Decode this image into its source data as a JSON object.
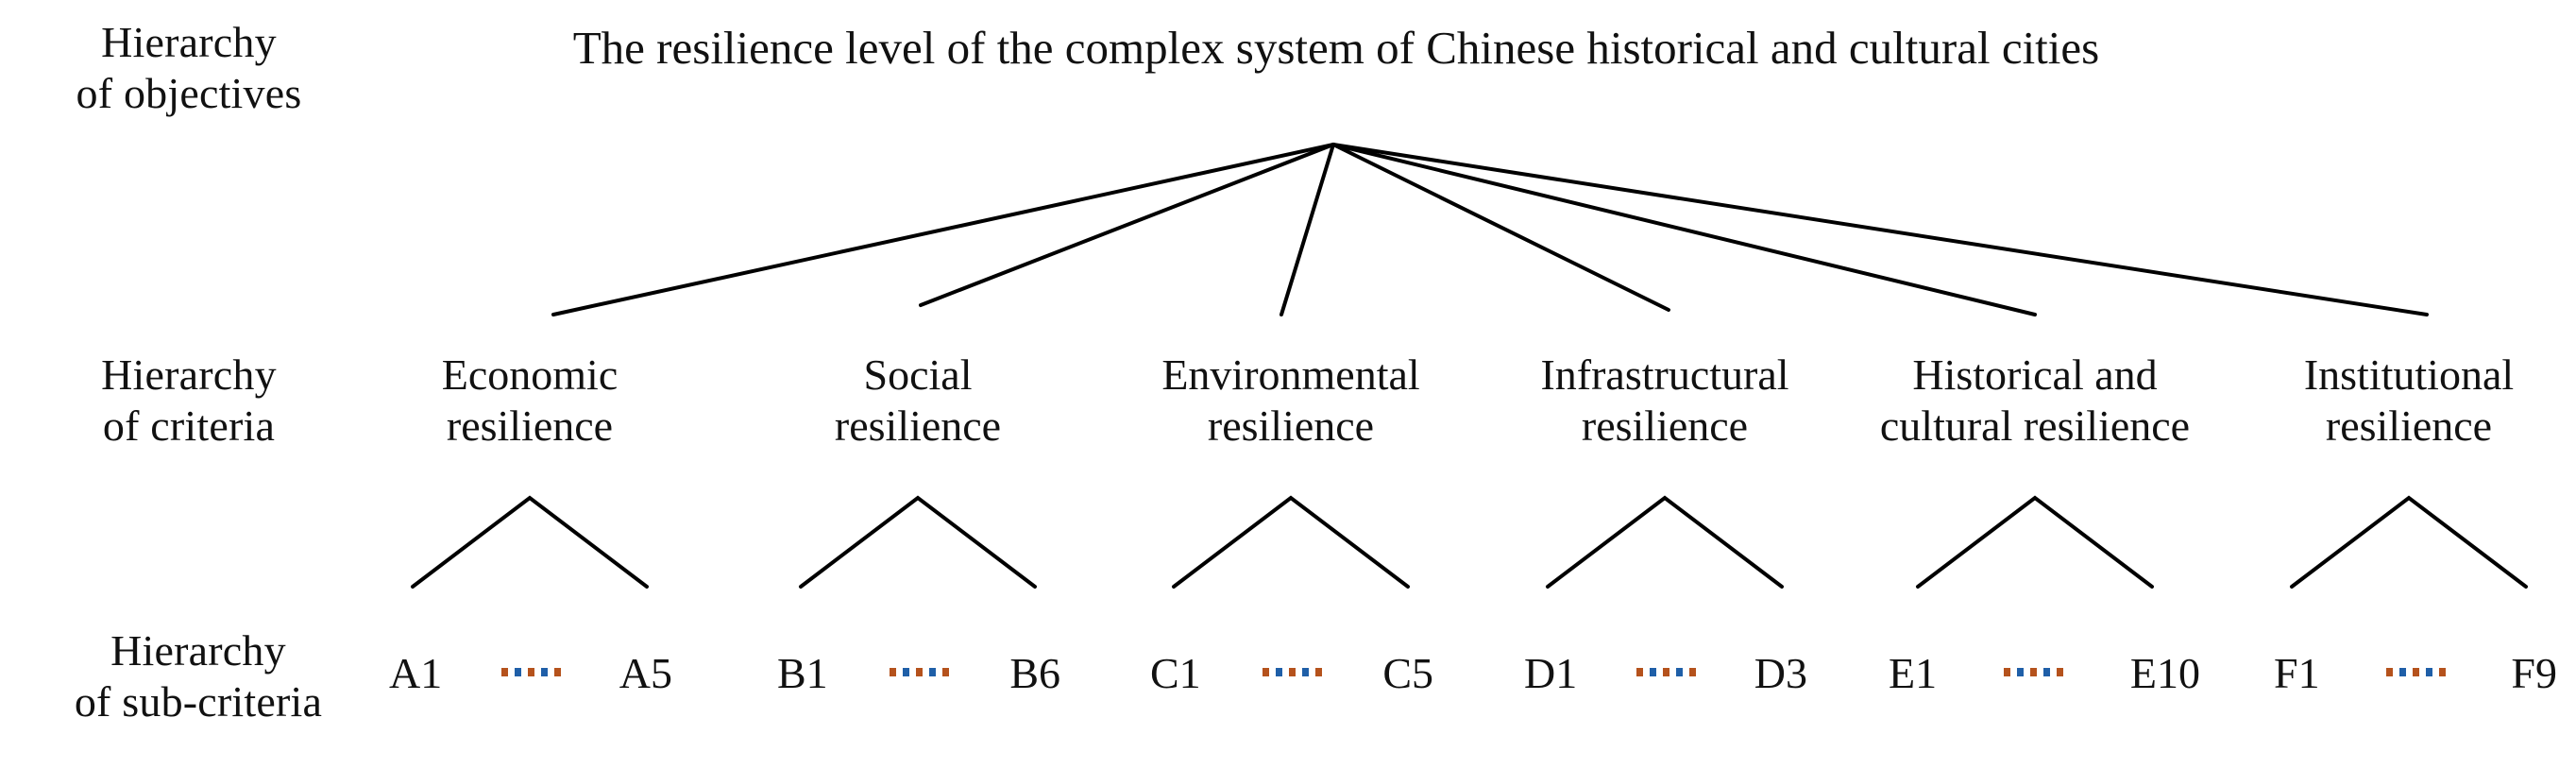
{
  "diagram": {
    "type": "hierarchy",
    "title": "The resilience level of the complex system of Chinese historical and cultural cities",
    "levels": [
      {
        "id": "objectives",
        "label": "Hierarchy\nof objectives"
      },
      {
        "id": "criteria",
        "label": "Hierarchy\nof criteria"
      },
      {
        "id": "sub-criteria",
        "label": "Hierarchy\nof sub-criteria"
      }
    ],
    "goal": {
      "text": "The resilience level of the complex system of Chinese historical and cultural cities"
    },
    "criteria": [
      {
        "id": "A",
        "label": "Economic\nresilience"
      },
      {
        "id": "B",
        "label": "Social\nresilience"
      },
      {
        "id": "C",
        "label": "Environmental\nresilience"
      },
      {
        "id": "D",
        "label": "Infrastructural\nresilience"
      },
      {
        "id": "E",
        "label": "Historical and\ncultural resilience"
      },
      {
        "id": "F",
        "label": "Institutional\nresilience"
      }
    ],
    "sub_criteria": [
      {
        "parent": "A",
        "first": "A1",
        "last": "A5",
        "count": 5
      },
      {
        "parent": "B",
        "first": "B1",
        "last": "B6",
        "count": 6
      },
      {
        "parent": "C",
        "first": "C1",
        "last": "C5",
        "count": 5
      },
      {
        "parent": "D",
        "first": "D1",
        "last": "D3",
        "count": 3
      },
      {
        "parent": "E",
        "first": "E1",
        "last": "E10",
        "count": 10
      },
      {
        "parent": "F",
        "first": "F1",
        "last": "F9",
        "count": 9
      }
    ],
    "colors": {
      "line": "#000000",
      "text": "#111111",
      "background": "#ffffff",
      "dot_blue": "#1f5fa8",
      "dot_orange": "#b5521c"
    }
  }
}
